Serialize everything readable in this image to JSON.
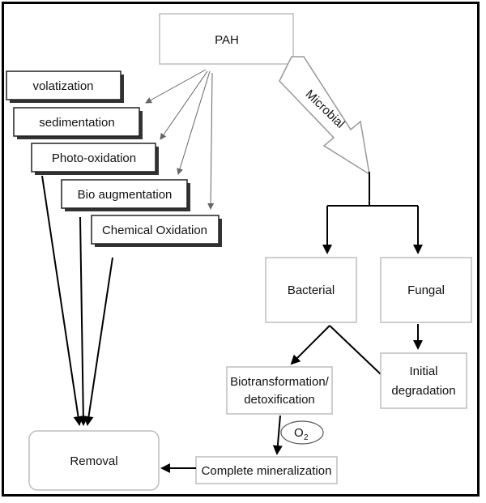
{
  "nodes": {
    "pah": "PAH",
    "microbial": "Microbial",
    "volatization": "volatization",
    "sedimentation": "sedimentation",
    "photo_oxidation": "Photo-oxidation",
    "bio_augmentation": "Bio augmentation",
    "chemical_oxidation": "Chemical Oxidation",
    "bacterial": "Bacterial",
    "fungal": "Fungal",
    "biotransformation_line1": "Biotransformation/",
    "biotransformation_line2": "detoxification",
    "initial_line1": "Initial",
    "initial_line2": "degradation",
    "oxygen": "O",
    "oxygen_subscript": "2",
    "complete_mineralization": "Complete mineralization",
    "removal": "Removal"
  }
}
